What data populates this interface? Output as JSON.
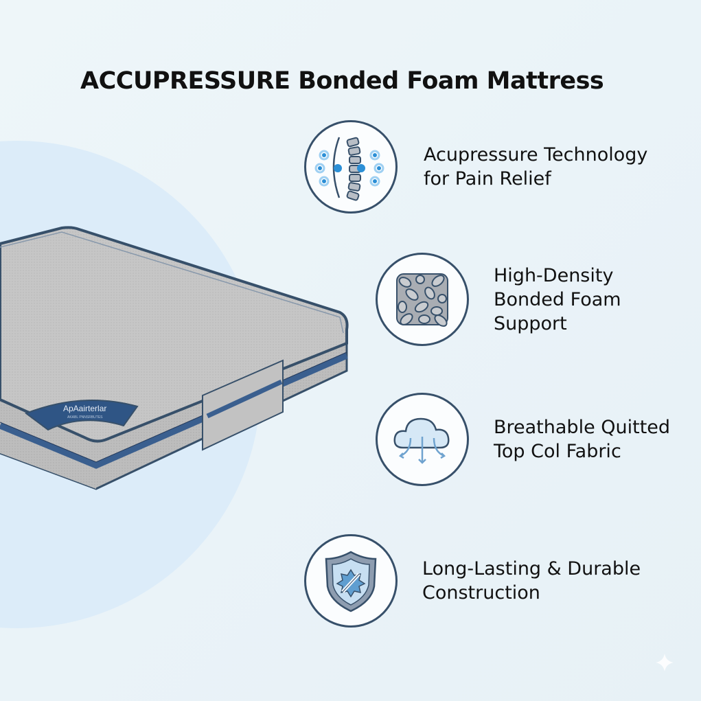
{
  "title": "ACCUPRESSURE Bonded Foam Mattress",
  "product": {
    "label_brand": "ApAairterlar",
    "label_sub": "AKABL PNNSRBUTES",
    "colors": {
      "fabric": "#c9c9c9",
      "piping": "#3a5f8f",
      "outline": "#37506a"
    }
  },
  "features": [
    {
      "icon": "spine-acupressure-icon",
      "lines": [
        "Acupressure Technology",
        "for Pain Relief"
      ]
    },
    {
      "icon": "bonded-foam-icon",
      "lines": [
        "High-Density",
        "Bonded Foam",
        "Support"
      ]
    },
    {
      "icon": "breathable-cloud-icon",
      "lines": [
        "Breathable Quitted",
        "Top Col Fabric"
      ]
    },
    {
      "icon": "durable-shield-icon",
      "lines": [
        "Long-Lasting & Durable",
        "Construction"
      ]
    }
  ],
  "colors": {
    "background": "#eaf3f8",
    "circle_bg": "#dcecf9",
    "accent_blue": "#2b8fd6",
    "text": "#111111"
  }
}
